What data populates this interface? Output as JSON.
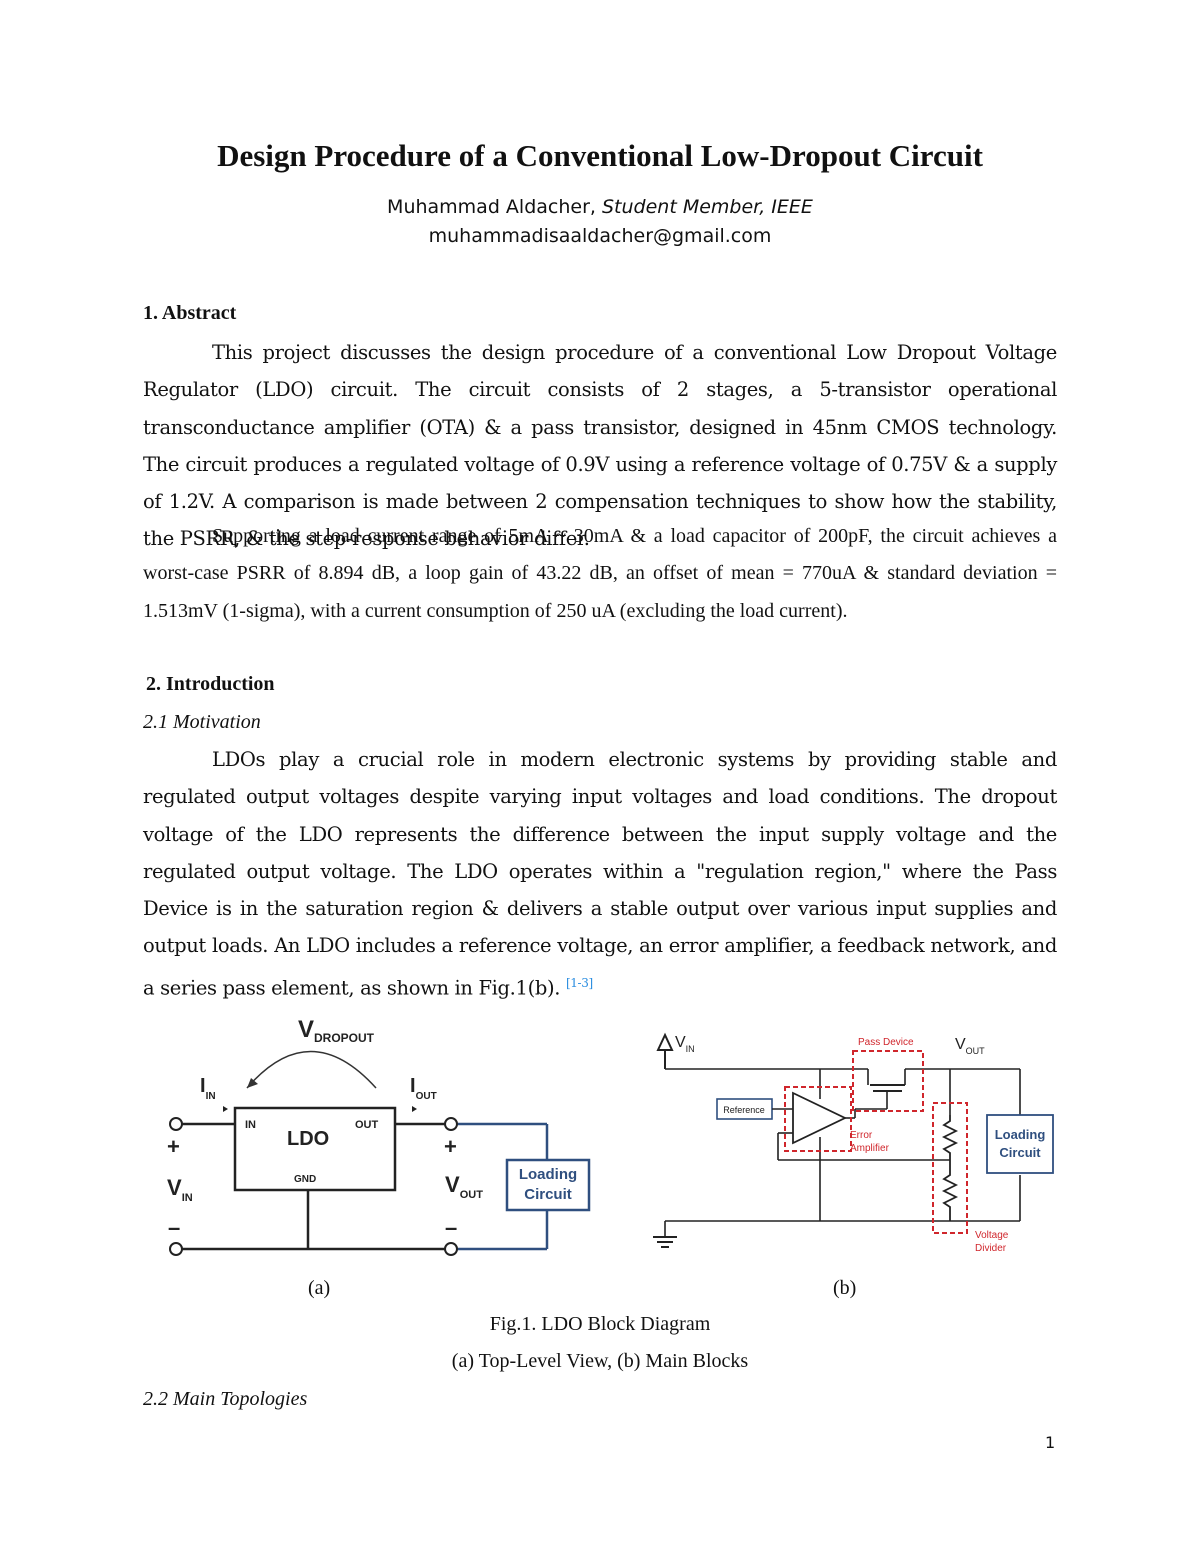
{
  "title": "Design Procedure of a Conventional Low-Dropout Circuit",
  "author": {
    "name": "Muhammad Aldacher,",
    "affiliation": "Student Member, IEEE",
    "email": "muhammadisaaldacher@gmail.com"
  },
  "sections": {
    "abstract": {
      "heading": "1. Abstract",
      "p1": "This project discusses the design procedure of a conventional Low Dropout Voltage Regulator (LDO) circuit. The circuit consists of 2 stages, a 5-transistor operational transconductance amplifier (OTA) & a pass transistor, designed in 45nm CMOS technology. The circuit produces a regulated voltage of 0.9V using a reference voltage of 0.75V & a supply of 1.2V. A comparison is made between 2 compensation techniques to show how the stability, the PSRR, & the step-response behavior differ.",
      "p2": "Supporting a load current range of 5mA ~ 30mA & a load capacitor of 200pF, the circuit achieves a worst-case PSRR of 8.894 dB, a loop gain of 43.22 dB, an offset of mean = 770uA & standard deviation = 1.513mV (1-sigma), with a current consumption of 250 uA (excluding the load current)."
    },
    "introduction": {
      "heading": "2. Introduction",
      "motivation_heading": "2.1 Motivation",
      "p1": "LDOs play a crucial role in modern electronic systems by providing stable and regulated output voltages despite varying input voltages and load conditions. The dropout voltage of the LDO represents the difference between the input supply voltage and the regulated output voltage. The LDO operates within a \"regulation region,\" where the Pass Device is in the saturation region & delivers a stable output over various input supplies and output loads. An LDO includes a reference voltage, an error amplifier, a feedback network, and a series pass element, as shown in Fig.1(b).",
      "citation": "[1-3]",
      "topologies_heading": "2.2 Main Topologies"
    }
  },
  "figure": {
    "a": {
      "label": "(a)",
      "vdropout": "V",
      "vdropout_sub": "DROPOUT",
      "iin": "I",
      "iin_sub": "IN",
      "iout": "I",
      "iout_sub": "OUT",
      "ldo": "LDO",
      "pin_in": "IN",
      "pin_out": "OUT",
      "pin_gnd": "GND",
      "vin": "V",
      "vin_sub": "IN",
      "vout": "V",
      "vout_sub": "OUT",
      "plus": "+",
      "minus": "–",
      "loading_1": "Loading",
      "loading_2": "Circuit"
    },
    "b": {
      "label": "(b)",
      "vin": "V",
      "vin_sub": "IN",
      "vout": "V",
      "vout_sub": "OUT",
      "pass_device": "Pass Device",
      "reference": "Reference",
      "error_1": "Error",
      "error_2": "Amplifier",
      "divider_1": "Voltage",
      "divider_2": "Divider",
      "loading_1": "Loading",
      "loading_2": "Circuit"
    },
    "caption_1": "Fig.1. LDO Block Diagram",
    "caption_2": "(a) Top-Level View, (b) Main Blocks"
  },
  "page_number": "1",
  "colors": {
    "accent_blue": "#2f4f7f",
    "red_dashed": "#d0262c",
    "citation": "#2a8de0"
  }
}
